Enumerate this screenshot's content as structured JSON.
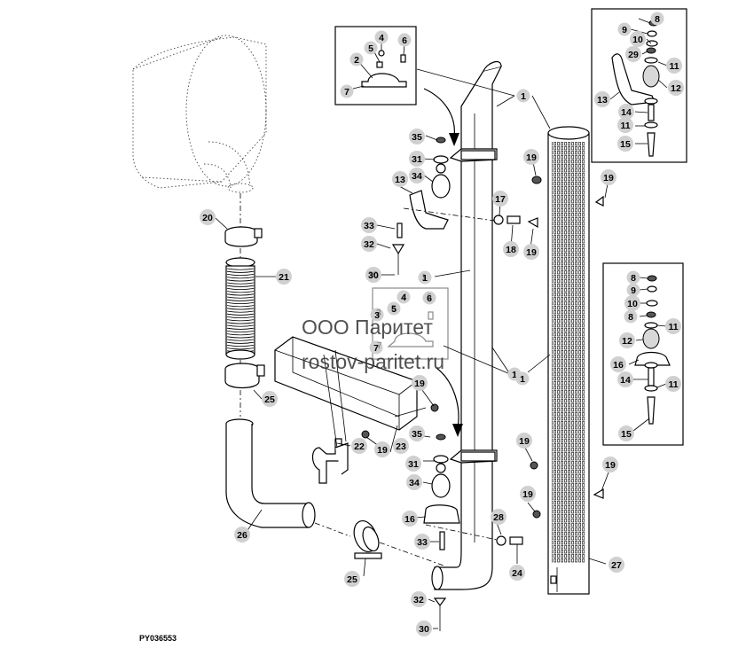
{
  "watermark": {
    "company": "ООО Паритет",
    "site": "rostov-paritet.ru"
  },
  "drawing_id": "PY036553",
  "callouts": [
    {
      "id": "c1a",
      "num": "1"
    },
    {
      "id": "c1b",
      "num": "1"
    },
    {
      "id": "c1c",
      "num": "1"
    },
    {
      "id": "c1d",
      "num": "1"
    },
    {
      "id": "c2",
      "num": "2"
    },
    {
      "id": "c3",
      "num": "3"
    },
    {
      "id": "c4a",
      "num": "4"
    },
    {
      "id": "c4b",
      "num": "4"
    },
    {
      "id": "c5a",
      "num": "5"
    },
    {
      "id": "c5b",
      "num": "5"
    },
    {
      "id": "c6a",
      "num": "6"
    },
    {
      "id": "c6b",
      "num": "6"
    },
    {
      "id": "c7a",
      "num": "7"
    },
    {
      "id": "c7b",
      "num": "7"
    },
    {
      "id": "c8a",
      "num": "8"
    },
    {
      "id": "c8b",
      "num": "8"
    },
    {
      "id": "c8c",
      "num": "8"
    },
    {
      "id": "c9a",
      "num": "9"
    },
    {
      "id": "c9b",
      "num": "9"
    },
    {
      "id": "c10a",
      "num": "10"
    },
    {
      "id": "c10b",
      "num": "10"
    },
    {
      "id": "c11a",
      "num": "11"
    },
    {
      "id": "c11b",
      "num": "11"
    },
    {
      "id": "c11c",
      "num": "11"
    },
    {
      "id": "c11d",
      "num": "11"
    },
    {
      "id": "c12a",
      "num": "12"
    },
    {
      "id": "c12b",
      "num": "12"
    },
    {
      "id": "c13a",
      "num": "13"
    },
    {
      "id": "c13b",
      "num": "13"
    },
    {
      "id": "c14a",
      "num": "14"
    },
    {
      "id": "c14b",
      "num": "14"
    },
    {
      "id": "c15a",
      "num": "15"
    },
    {
      "id": "c15b",
      "num": "15"
    },
    {
      "id": "c16a",
      "num": "16"
    },
    {
      "id": "c16b",
      "num": "16"
    },
    {
      "id": "c17",
      "num": "17"
    },
    {
      "id": "c18",
      "num": "18"
    },
    {
      "id": "c19a",
      "num": "19"
    },
    {
      "id": "c19b",
      "num": "19"
    },
    {
      "id": "c19c",
      "num": "19"
    },
    {
      "id": "c19d",
      "num": "19"
    },
    {
      "id": "c19e",
      "num": "19"
    },
    {
      "id": "c19f",
      "num": "19"
    },
    {
      "id": "c19g",
      "num": "19"
    },
    {
      "id": "c19h",
      "num": "19"
    },
    {
      "id": "c20",
      "num": "20"
    },
    {
      "id": "c21",
      "num": "21"
    },
    {
      "id": "c22",
      "num": "22"
    },
    {
      "id": "c23",
      "num": "23"
    },
    {
      "id": "c24",
      "num": "24"
    },
    {
      "id": "c25a",
      "num": "25"
    },
    {
      "id": "c25b",
      "num": "25"
    },
    {
      "id": "c26",
      "num": "26"
    },
    {
      "id": "c27",
      "num": "27"
    },
    {
      "id": "c28",
      "num": "28"
    },
    {
      "id": "c29",
      "num": "29"
    },
    {
      "id": "c30a",
      "num": "30"
    },
    {
      "id": "c30b",
      "num": "30"
    },
    {
      "id": "c31a",
      "num": "31"
    },
    {
      "id": "c31b",
      "num": "31"
    },
    {
      "id": "c32a",
      "num": "32"
    },
    {
      "id": "c32b",
      "num": "32"
    },
    {
      "id": "c33a",
      "num": "33"
    },
    {
      "id": "c33b",
      "num": "33"
    },
    {
      "id": "c34a",
      "num": "34"
    },
    {
      "id": "c34b",
      "num": "34"
    },
    {
      "id": "c35a",
      "num": "35"
    },
    {
      "id": "c35b",
      "num": "35"
    }
  ]
}
